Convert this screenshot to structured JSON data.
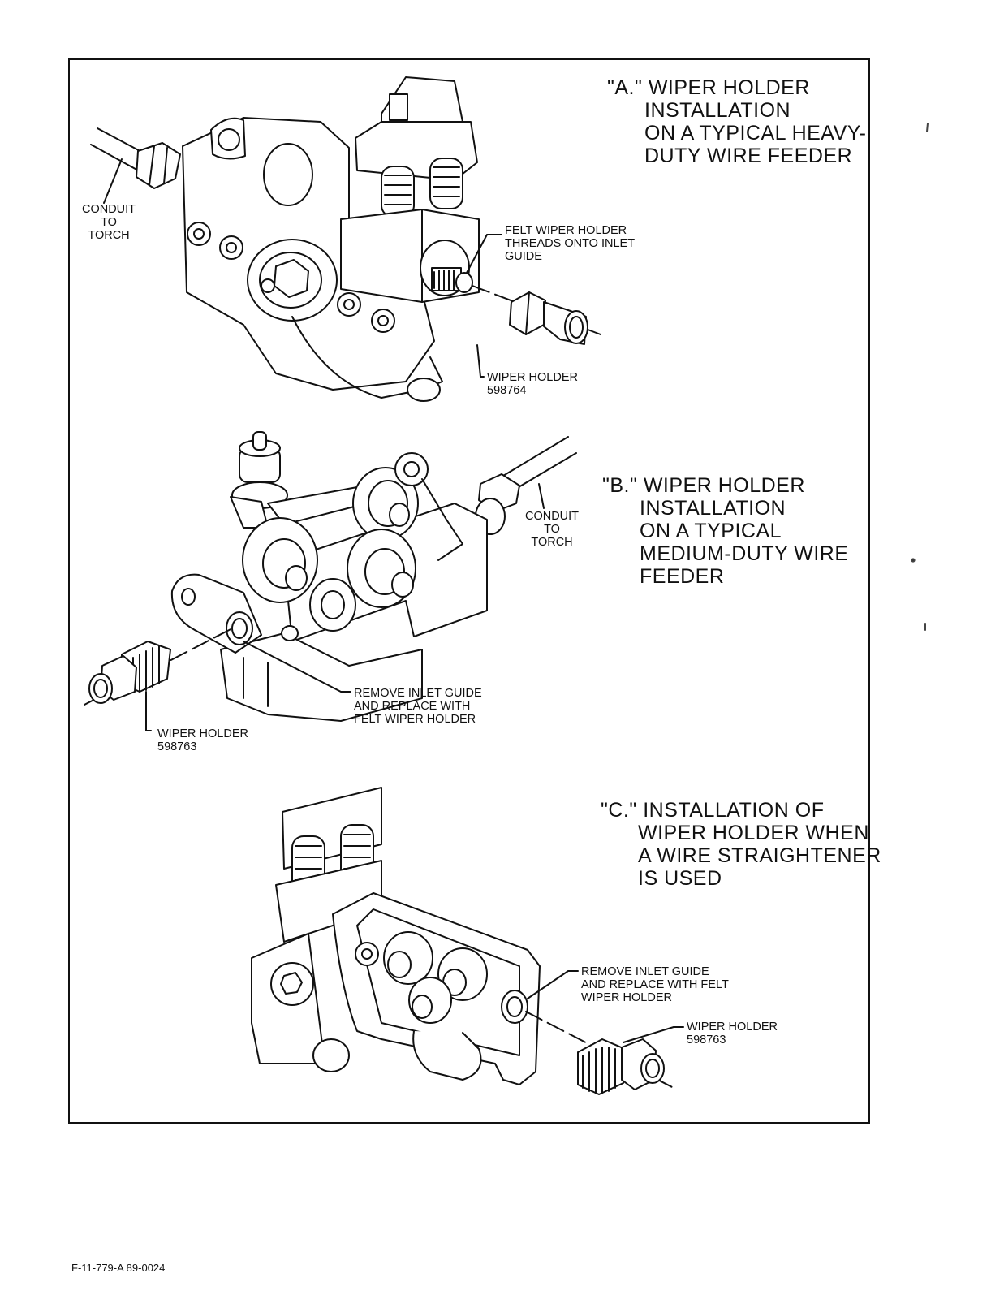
{
  "panels": {
    "a": {
      "title": [
        "\"A.\" WIPER HOLDER",
        "INSTALLATION",
        "ON A TYPICAL HEAVY-",
        "DUTY WIRE FEEDER"
      ],
      "callouts": {
        "conduit": [
          "CONDUIT",
          "TO",
          "TORCH"
        ],
        "felt": [
          "FELT WIPER HOLDER",
          "THREADS ONTO INLET",
          "GUIDE"
        ],
        "wiper": [
          "WIPER HOLDER",
          "598764"
        ]
      }
    },
    "b": {
      "title": [
        "\"B.\" WIPER HOLDER",
        "INSTALLATION",
        "ON A TYPICAL",
        "MEDIUM-DUTY WIRE",
        "FEEDER"
      ],
      "callouts": {
        "conduit": [
          "CONDUIT",
          "TO",
          "TORCH"
        ],
        "remove": [
          "REMOVE INLET GUIDE",
          "AND REPLACE WITH",
          "FELT WIPER HOLDER"
        ],
        "wiper": [
          "WIPER HOLDER",
          "598763"
        ]
      }
    },
    "c": {
      "title": [
        "\"C.\" INSTALLATION OF",
        "WIPER HOLDER WHEN",
        "A WIRE STRAIGHTENER",
        "IS USED"
      ],
      "callouts": {
        "remove": [
          "REMOVE INLET GUIDE",
          "AND REPLACE WITH FELT",
          "WIPER HOLDER"
        ],
        "wiper": [
          "WIPER HOLDER",
          "598763"
        ]
      }
    }
  },
  "footer": "F-11-779-A  89-0024"
}
